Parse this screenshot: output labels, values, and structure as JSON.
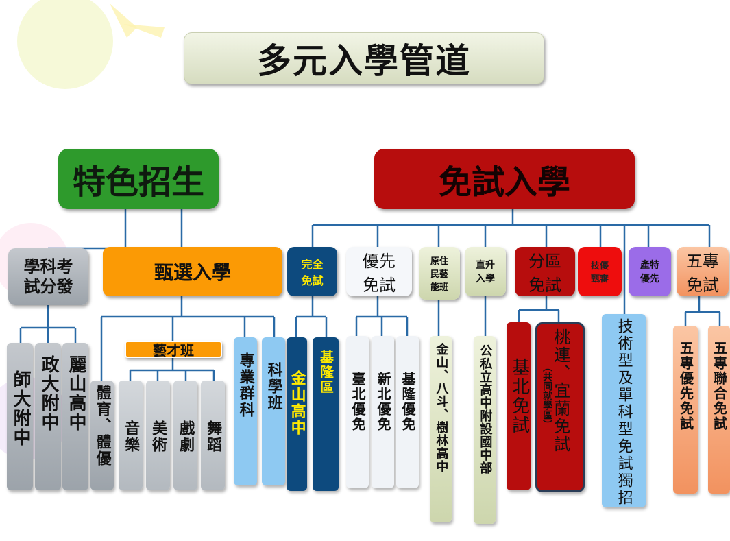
{
  "title": "多元入學管道",
  "colors": {
    "green": "#2e9a2c",
    "red": "#b70d0d",
    "orange": "#fb9a05",
    "navy": "#0d4a7e",
    "lightblue": "#8ec9f2",
    "gray": "#a7adb3",
    "line": "#2a6aa6"
  },
  "left": {
    "header": "特色招生",
    "exam_dist": "學科考試分發",
    "exam_dist_children": [
      "師大附中",
      "政大附中",
      "麗山高中"
    ],
    "screening": "甄選入學",
    "talent": "藝才班",
    "talent_children": [
      "音樂",
      "美術",
      "戲劇",
      "舞蹈"
    ],
    "sports": "體育、體優",
    "pro_group": "專業群科",
    "science": "科學班"
  },
  "right": {
    "header": "免試入學",
    "full_free": {
      "line1": "完全",
      "line2": "免試",
      "children": [
        "金山高中",
        "基隆區"
      ]
    },
    "priority": {
      "line1": "優先",
      "line2": "免試",
      "children": [
        "臺北優免",
        "新北優免",
        "基隆優免"
      ]
    },
    "indigenous": {
      "line1": "原住",
      "line2": "民藝",
      "line3": "能班",
      "child": "金山、八斗、樹林高中"
    },
    "direct": {
      "line1": "直升",
      "line2": "入學",
      "child": "公私立高中附設國中部"
    },
    "district": {
      "line1": "分區",
      "line2": "免試",
      "child_keelung": "基北免試",
      "child_tao": "桃連、宜蘭免試",
      "child_tao_sub": "（共同就學區）"
    },
    "tech_review": {
      "line1": "技優",
      "line2": "甄審"
    },
    "industry": {
      "line1": "產特",
      "line2": "優先"
    },
    "tech_single": "技術型及單科型免試獨招",
    "five_year": {
      "line1": "五專",
      "line2": "免試",
      "children": [
        "五專優先免試",
        "五專聯合免試"
      ]
    }
  }
}
